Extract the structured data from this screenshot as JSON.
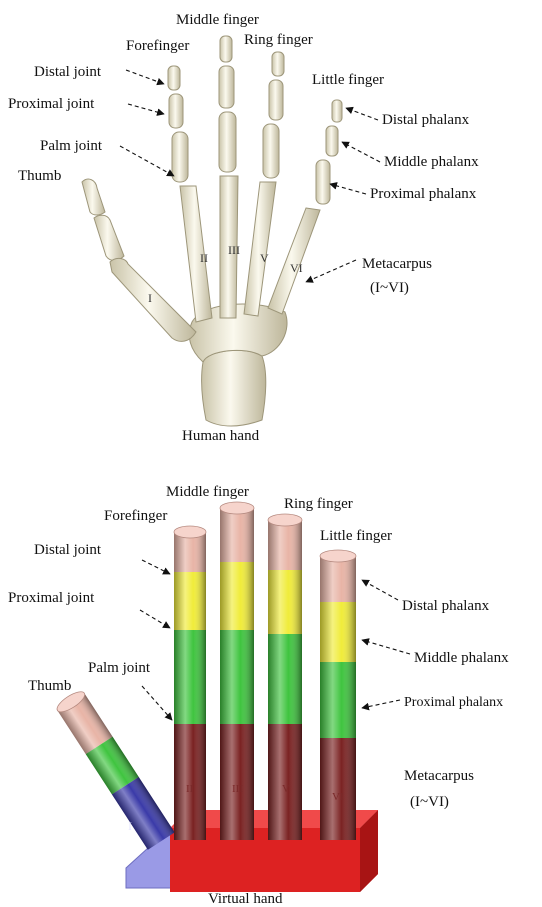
{
  "top": {
    "caption": "Human hand",
    "labels": {
      "middle_finger": "Middle finger",
      "forefinger": "Forefinger",
      "ring_finger": "Ring finger",
      "distal_joint": "Distal joint",
      "little_finger": "Little finger",
      "proximal_joint": "Proximal joint",
      "distal_phalanx": "Distal phalanx",
      "palm_joint": "Palm joint",
      "middle_phalanx": "Middle phalanx",
      "thumb": "Thumb",
      "proximal_phalanx": "Proximal phalanx",
      "metacarpus": "Metacarpus",
      "metacarpus_range": "(I~VI)"
    },
    "roman": [
      "I",
      "II",
      "III",
      "V",
      "VI"
    ]
  },
  "bottom": {
    "caption": "Virtual hand",
    "labels": {
      "middle_finger": "Middle finger",
      "ring_finger": "Ring finger",
      "forefinger": "Forefinger",
      "little_finger": "Little finger",
      "distal_joint": "Distal joint",
      "distal_phalanx": "Distal phalanx",
      "proximal_joint": "Proximal joint",
      "middle_phalanx": "Middle phalanx",
      "palm_joint": "Palm joint",
      "thumb": "Thumb",
      "proximal_phalanx": "Proximal phalanx",
      "metacarpus": "Metacarpus",
      "metacarpus_range": "(I~VI)"
    },
    "roman": [
      "I",
      "II",
      "III",
      "V",
      "VI"
    ]
  },
  "colors": {
    "bone": "#eeead6",
    "distal": "#e8b4a6",
    "middle": "#f0ec3a",
    "proximal": "#3fc43f",
    "metacarpus": "#7a2222",
    "thumb_metacarpus": "#3a3aa8",
    "base": "#dd2222",
    "base_thumb": "#9a9ae6"
  }
}
